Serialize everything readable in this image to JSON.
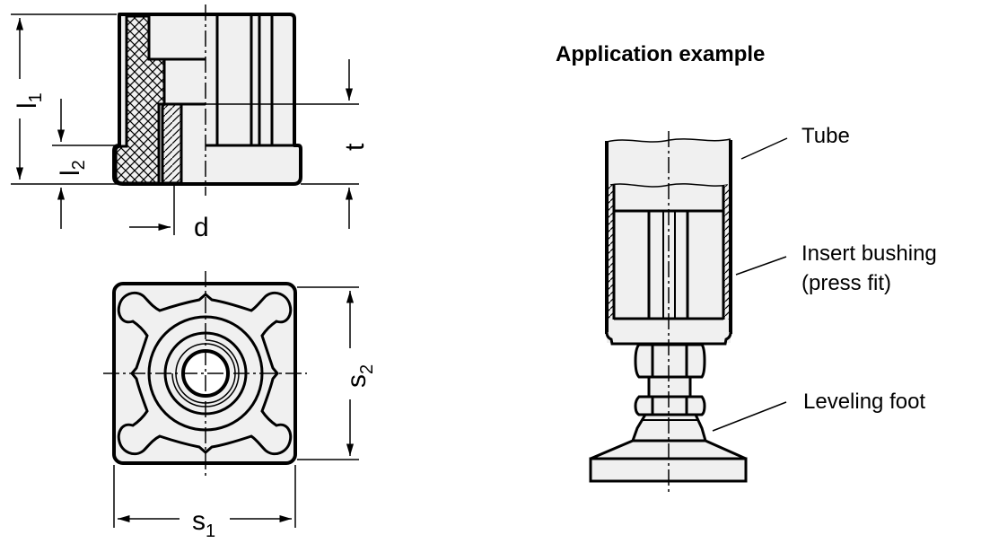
{
  "diagram": {
    "side_view": {
      "dimensions": {
        "l1": {
          "main": "l",
          "sub": "1"
        },
        "l2": {
          "main": "l",
          "sub": "2"
        },
        "t": "t",
        "d": "d"
      }
    },
    "top_view": {
      "dimensions": {
        "s1": {
          "main": "s",
          "sub": "1"
        },
        "s2": {
          "main": "s",
          "sub": "2"
        }
      }
    },
    "application": {
      "title": "Application example",
      "callouts": {
        "tube": "Tube",
        "insert_line1": "Insert bushing",
        "insert_line2": "(press fit)",
        "foot": "Leveling foot"
      }
    },
    "colors": {
      "part_fill": "#f0f0f0",
      "line": "#000000",
      "background": "#ffffff"
    }
  }
}
